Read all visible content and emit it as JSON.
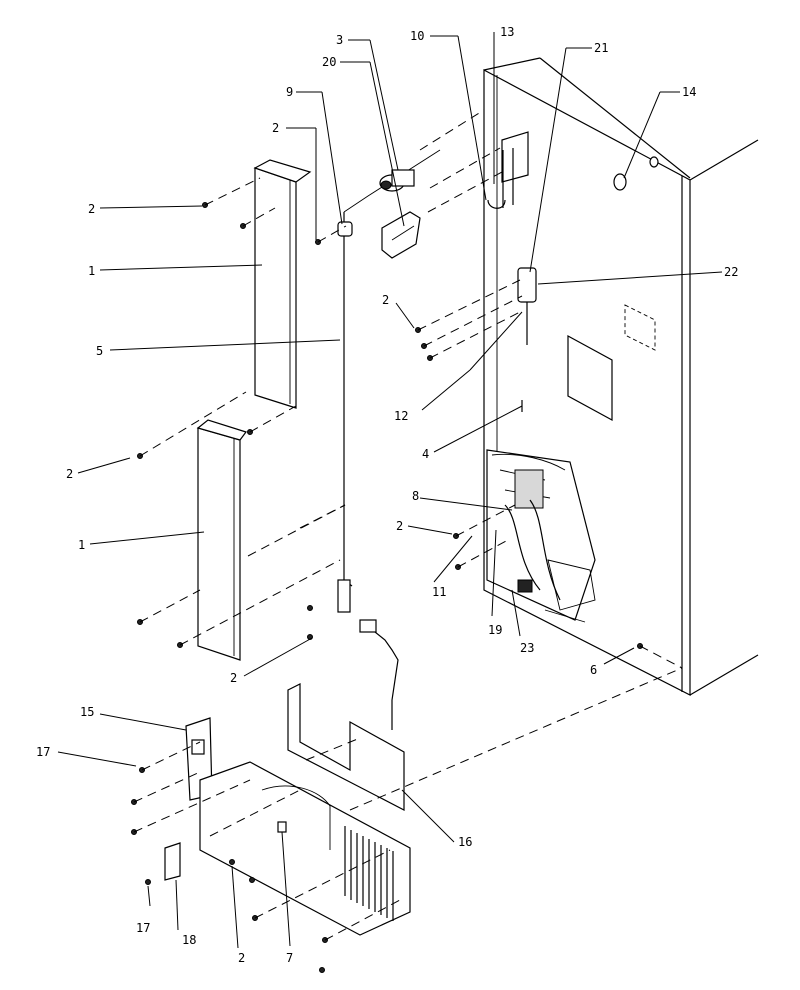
{
  "callouts": [
    {
      "id": "c1a",
      "text": "1"
    },
    {
      "id": "c1b",
      "text": "1"
    },
    {
      "id": "c2a",
      "text": "2"
    },
    {
      "id": "c2b",
      "text": "2"
    },
    {
      "id": "c2c",
      "text": "2"
    },
    {
      "id": "c2d",
      "text": "2"
    },
    {
      "id": "c2e",
      "text": "2"
    },
    {
      "id": "c2f",
      "text": "2"
    },
    {
      "id": "c2g",
      "text": "2"
    },
    {
      "id": "c3",
      "text": "3"
    },
    {
      "id": "c4",
      "text": "4"
    },
    {
      "id": "c5",
      "text": "5"
    },
    {
      "id": "c6",
      "text": "6"
    },
    {
      "id": "c7",
      "text": "7"
    },
    {
      "id": "c8",
      "text": "8"
    },
    {
      "id": "c9",
      "text": "9"
    },
    {
      "id": "c10",
      "text": "10"
    },
    {
      "id": "c11",
      "text": "11"
    },
    {
      "id": "c12",
      "text": "12"
    },
    {
      "id": "c13",
      "text": "13"
    },
    {
      "id": "c14",
      "text": "14"
    },
    {
      "id": "c15",
      "text": "15"
    },
    {
      "id": "c16",
      "text": "16"
    },
    {
      "id": "c17a",
      "text": "17"
    },
    {
      "id": "c17b",
      "text": "17"
    },
    {
      "id": "c18",
      "text": "18"
    },
    {
      "id": "c19",
      "text": "19"
    },
    {
      "id": "c20",
      "text": "20"
    },
    {
      "id": "c21",
      "text": "21"
    },
    {
      "id": "c22",
      "text": "22"
    },
    {
      "id": "c23",
      "text": "23"
    }
  ]
}
